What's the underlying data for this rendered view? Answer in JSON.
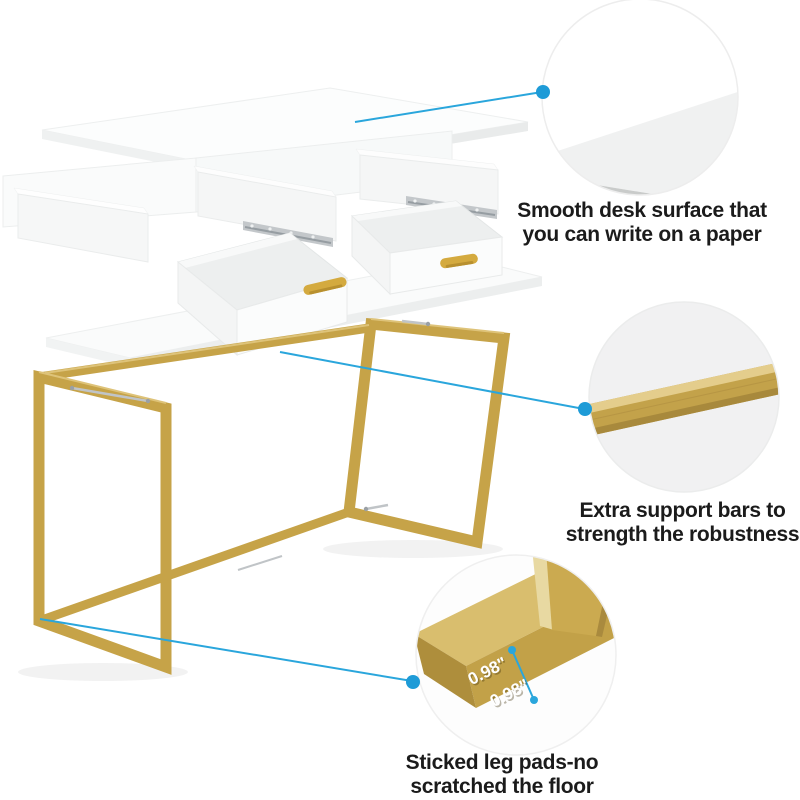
{
  "callouts": {
    "surface": {
      "line1": "Smooth desk surface that",
      "line2": "you can write on a paper"
    },
    "support": {
      "line1": "Extra support bars to",
      "line2": "strength the robustness"
    },
    "legpads": {
      "line1": "Sticked leg pads-no",
      "line2": "scratched the floor"
    }
  },
  "measurements": {
    "side_a": "0.98\"",
    "side_b": "0.98\""
  },
  "colors": {
    "accent_blue": "#1E9BD7",
    "gold": "#C6A348",
    "gold_light": "#E4CD8C",
    "gold_dark": "#A8893C",
    "text": "#1B1B1B"
  }
}
